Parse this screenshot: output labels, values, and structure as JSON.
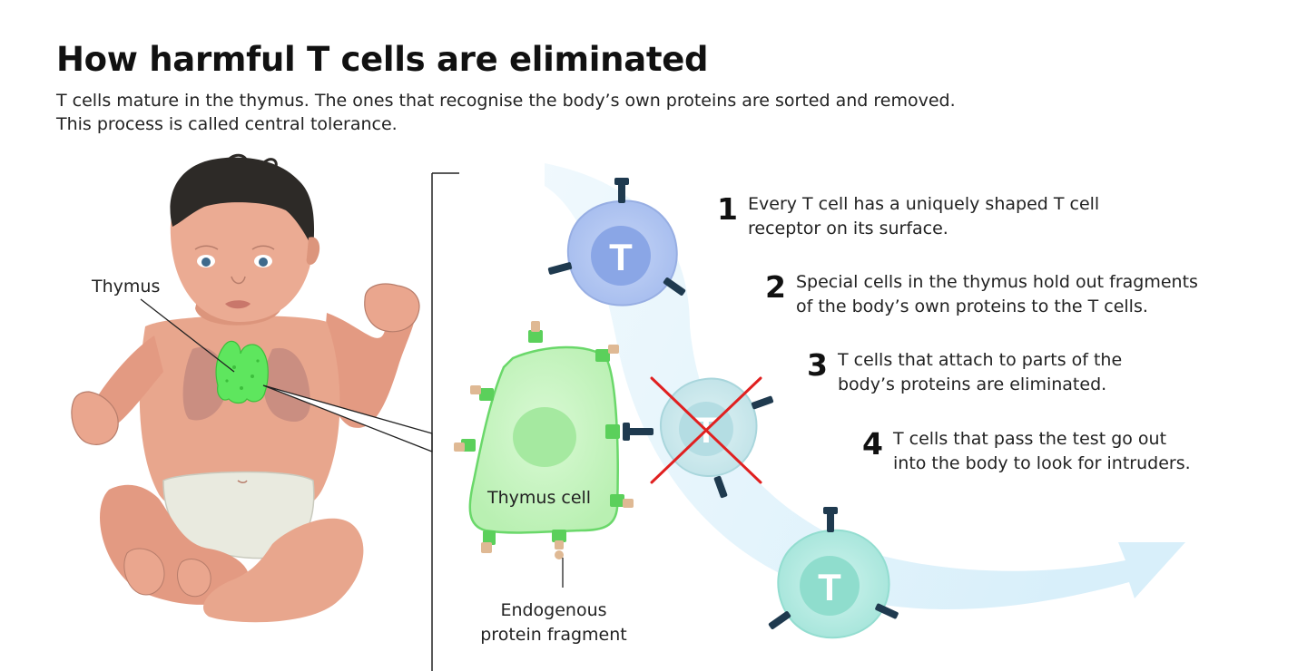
{
  "header": {
    "title": "How harmful T cells are eliminated",
    "subtitle_line1": "T cells mature in the thymus. The ones that recognise the body’s own proteins are sorted and removed.",
    "subtitle_line2": "This process is called central tolerance."
  },
  "labels": {
    "thymus": "Thymus",
    "thymus_cell": "Thymus cell",
    "fragment_line1": "Endogenous",
    "fragment_line2": "protein fragment",
    "t_cell_letter": "T"
  },
  "steps": [
    {
      "number": "1",
      "line1": "Every T cell has a uniquely shaped T cell",
      "line2": "receptor on its surface."
    },
    {
      "number": "2",
      "line1": "Special cells in the thymus hold out fragments",
      "line2": "of the body’s own proteins to the T cells."
    },
    {
      "number": "3",
      "line1": "T cells that attach to parts of the",
      "line2": "body’s proteins are eliminated."
    },
    {
      "number": "4",
      "line1": "T cells that pass the test go out",
      "line2": "into the body to look for intruders."
    }
  ],
  "colors": {
    "thymus_green": "#5ee65e",
    "thymus_cell_fill": "#c9f5c4",
    "t_cell_blue": "#a9bfef",
    "t_cell_teal": "#b6ebe3",
    "eliminated_cell": "#cde9ec",
    "cross_red": "#e02020",
    "receptor_navy": "#1f3a4f",
    "skin": "#e8a68d",
    "hair": "#2d2a27",
    "arrow": "#e2f3fb"
  }
}
